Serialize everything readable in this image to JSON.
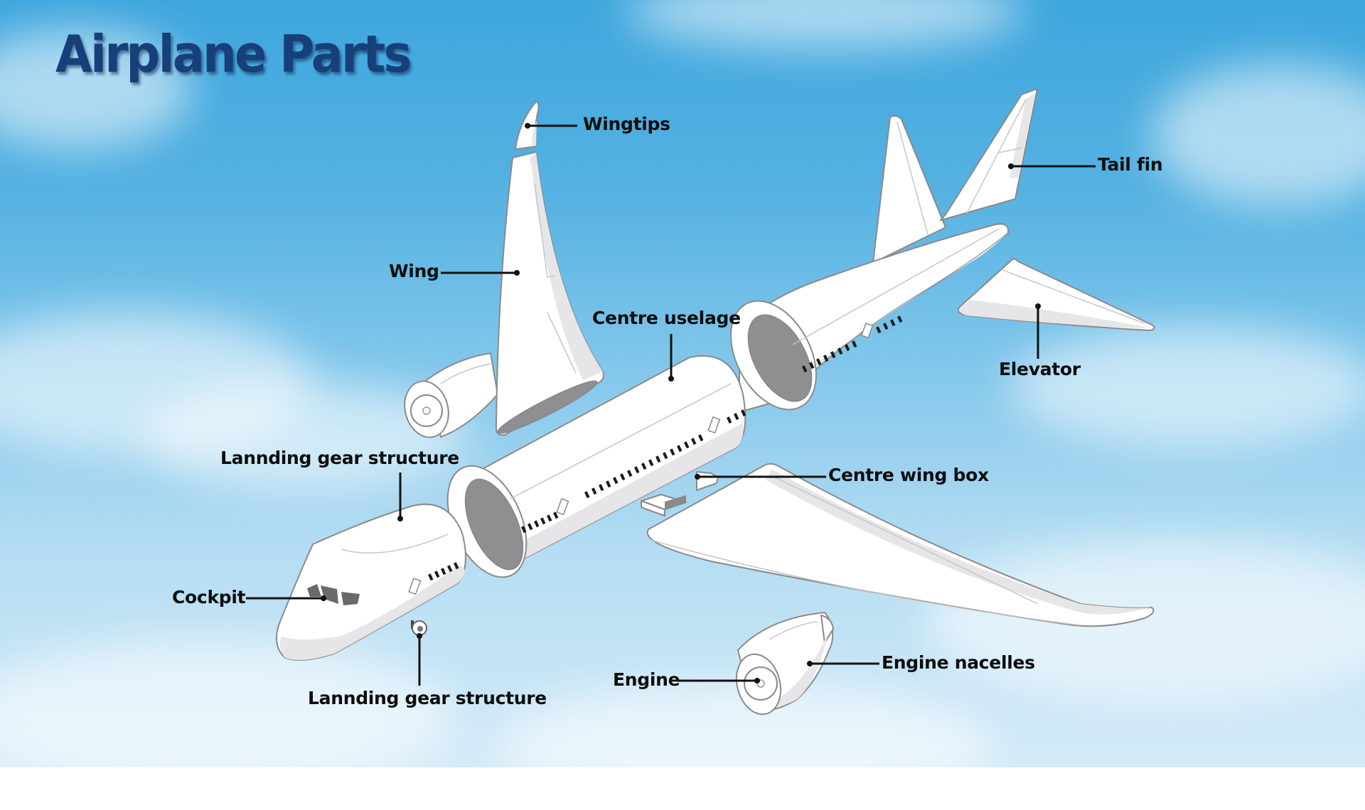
{
  "title": "Airplane Parts",
  "colors": {
    "sky_top": "#3ea6dd",
    "sky_bottom": "#d4ebf8",
    "title": "#173f7a",
    "part_fill": "#ffffff",
    "part_stroke": "#8a8a8a",
    "label_text": "#0d0d0d"
  },
  "labels": {
    "wingtips": "Wingtips",
    "tail_fin": "Tail fin",
    "wing": "Wing",
    "centre_fuselage": "Centre uselage",
    "elevator": "Elevator",
    "landing_gear_upper": "Lannding gear structure",
    "centre_wing_box": "Centre wing box",
    "cockpit": "Cockpit",
    "landing_gear_lower": "Lannding gear structure",
    "engine": "Engine",
    "engine_nacelles": "Engine nacelles"
  }
}
